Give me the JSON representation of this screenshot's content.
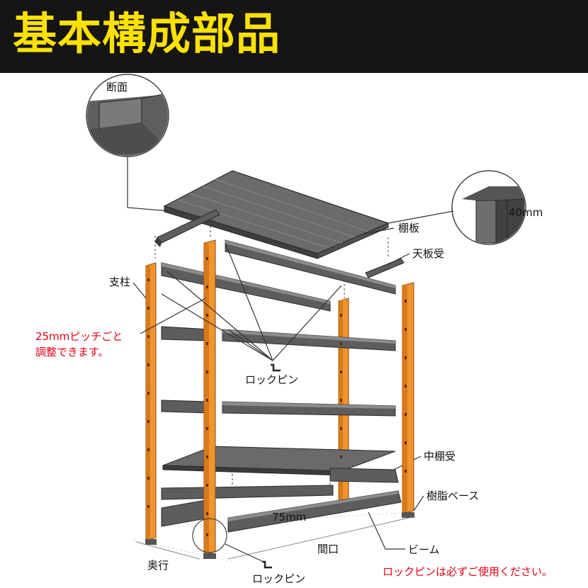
{
  "header": {
    "title": "基本構成部品"
  },
  "labels": {
    "cross_section": "断面",
    "shelf_board": "棚板",
    "top_support": "天板受",
    "dimension_40": "40mm",
    "post": "支柱",
    "pitch_note_line1": "25mmピッチごと",
    "pitch_note_line2": "調整できます。",
    "lock_pin_upper": "ロックピン",
    "middle_support": "中棚受",
    "resin_base": "樹脂ベース",
    "dimension_75": "75mm",
    "beam": "ビーム",
    "width_label": "間口",
    "depth_label": "奥行",
    "lock_pin_lower": "ロックピン",
    "lock_pin_notice": "ロックピンは必ずご使用ください。"
  },
  "colors": {
    "header_bg": "#151515",
    "header_text": "#ffe100",
    "post": "#f0942e",
    "steel": "#5d5d5d",
    "notice_red": "#e60012"
  }
}
